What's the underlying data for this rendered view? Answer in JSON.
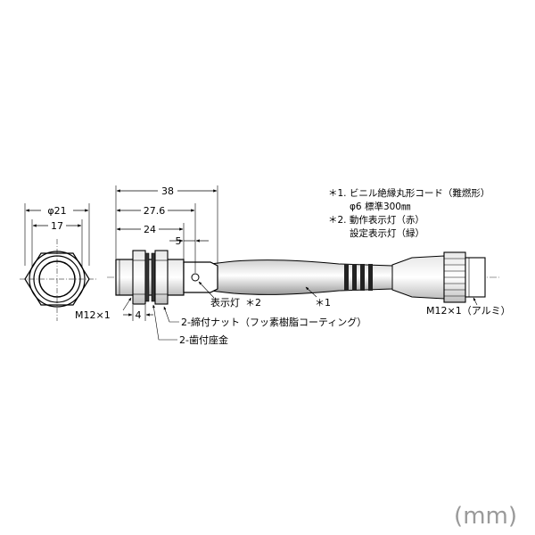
{
  "dimensions": {
    "phi21": "φ21",
    "d17": "17",
    "d38": "38",
    "d27_6": "27.6",
    "d24": "24",
    "d5": "5",
    "d4": "4",
    "thread_left": "M12×1",
    "thread_right": "M12×1（アルミ）"
  },
  "callouts": {
    "indicator": "表示灯",
    "indicator_ref": "＊2",
    "cable_ref": "＊1",
    "nut": "2-締付ナット（フッ素樹脂コーティング）",
    "washer": "2-歯付座金"
  },
  "notes": {
    "n1_line1": "＊1. ビニル絶縁丸形コード（難燃形）",
    "n1_line2": "φ6 標準300㎜",
    "n2_line1": "＊2. 動作表示灯（赤）",
    "n2_line2": "設定表示灯（緑）"
  },
  "unit_label": "(mm)"
}
